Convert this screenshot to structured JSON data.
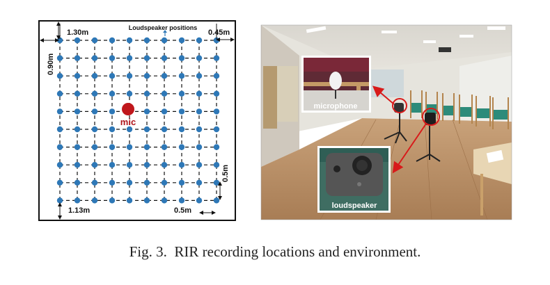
{
  "diagram": {
    "title": "Loudspeaker positions",
    "label_top_left": "1.30m",
    "label_top_right": "0.45m",
    "label_left": "0.90m",
    "label_bottom_left": "1.13m",
    "label_bottom_right": "0.5m",
    "label_right": "0.5m",
    "mic_label": "mic",
    "colors": {
      "dot": "#2e78b7",
      "mic": "#c0171c",
      "mic_text": "#b0141a"
    }
  },
  "photo": {
    "microphone_label": "microphone",
    "loudspeaker_label": "loudspeaker",
    "arrow_color": "#d81a1a"
  },
  "caption": {
    "figure": "Fig. 3.",
    "text": "RIR recording locations and environment."
  }
}
